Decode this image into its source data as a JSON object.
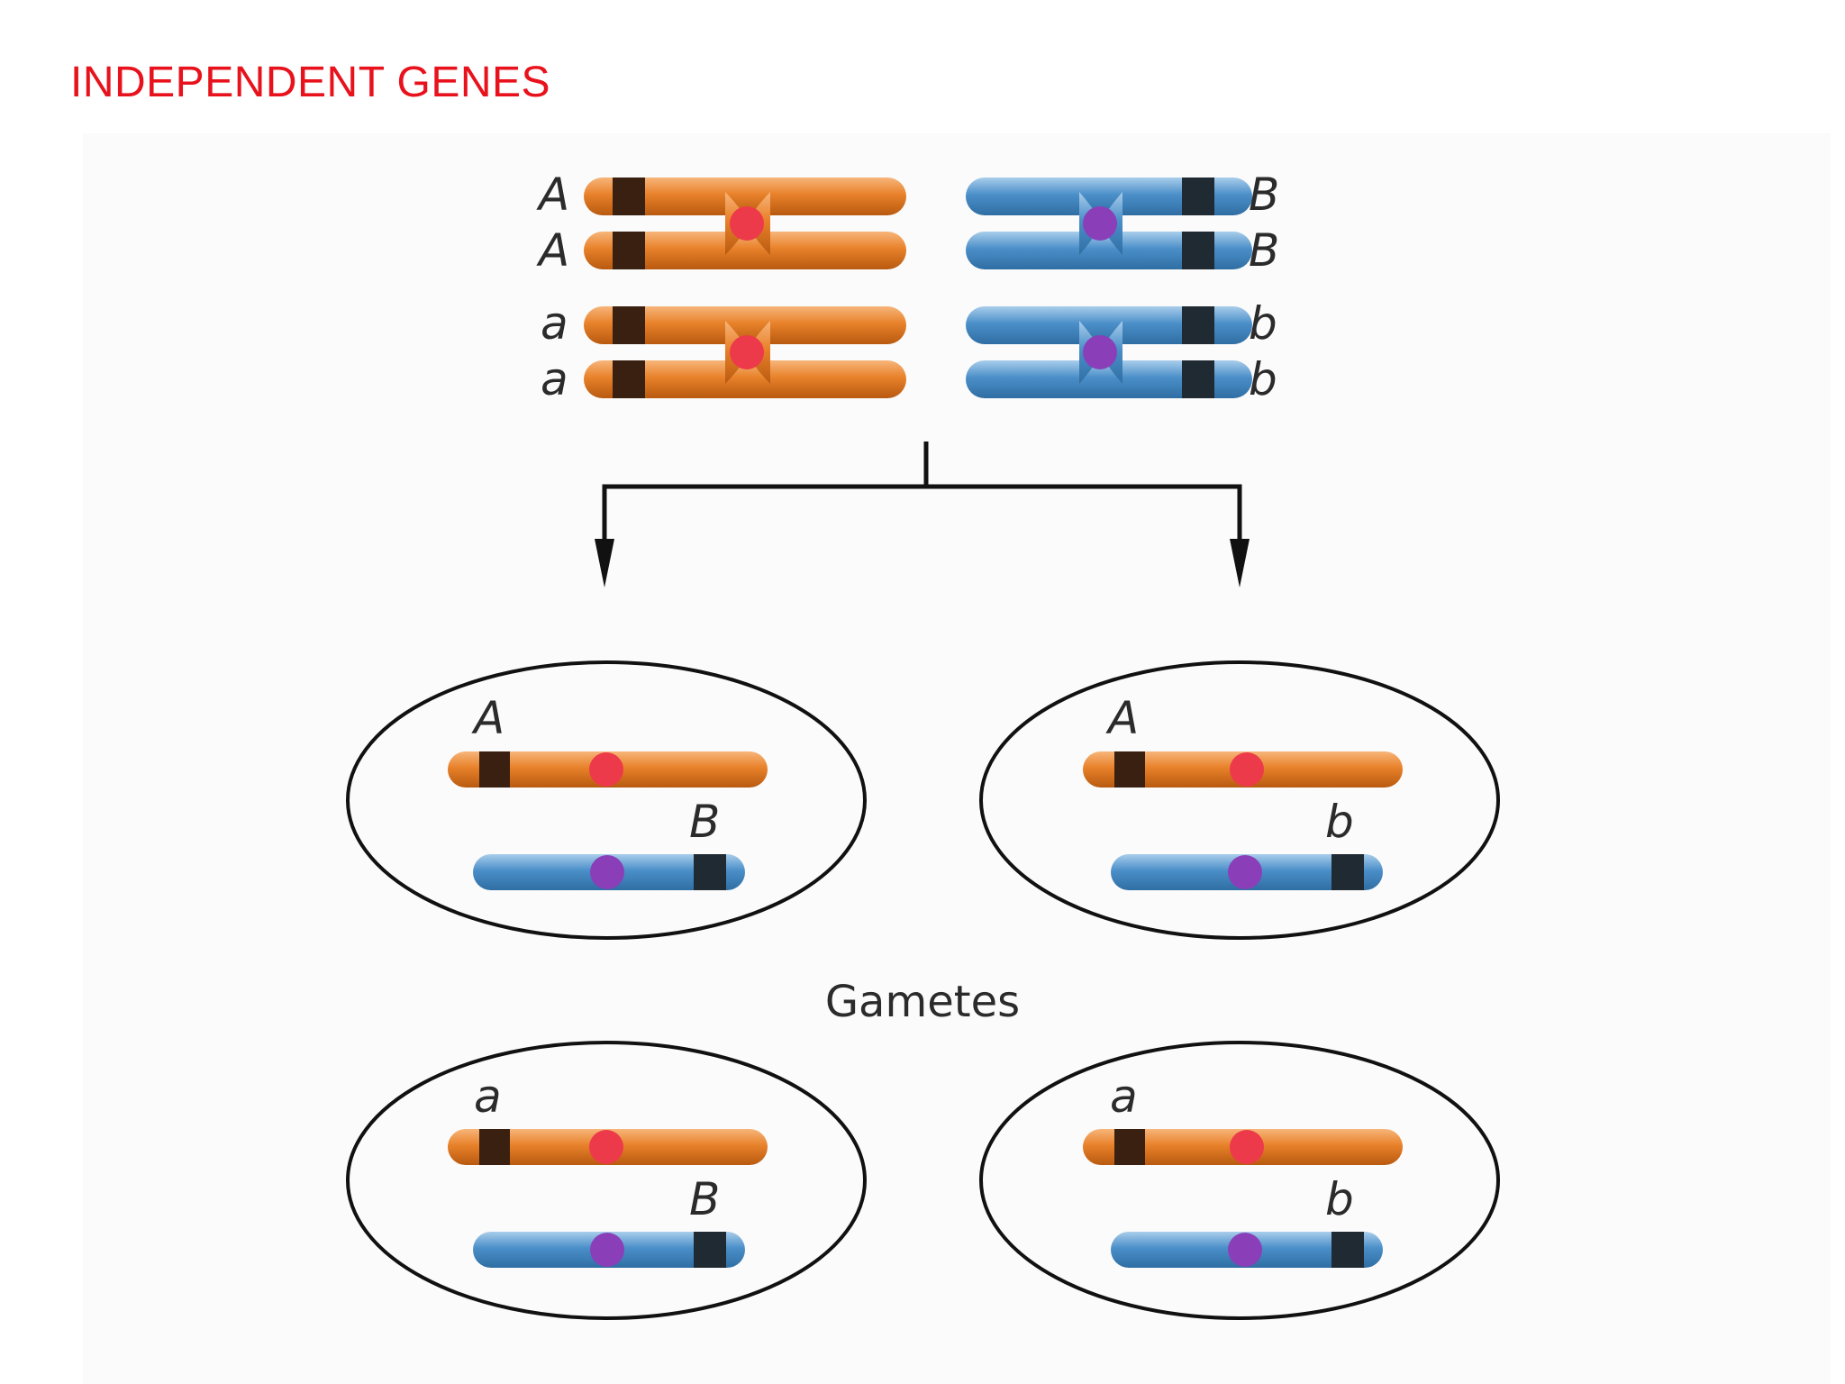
{
  "title": "INDEPENDENT GENES",
  "caption": "Gametes",
  "colors": {
    "title": "#e8121c",
    "chromosome_a": "#e8812a",
    "chromosome_a_shade": "#b85a10",
    "chromosome_a_highlight": "#f7b57a",
    "chromosome_b": "#4b8fc9",
    "chromosome_b_shade": "#2f6ea3",
    "chromosome_b_highlight": "#a9cdeb",
    "band_a": "#3a2010",
    "band_b": "#1f2a33",
    "centromere_a": "#ec3a4a",
    "centromere_b": "#8a3fb8",
    "line": "#111111"
  },
  "parent": {
    "a_pair_top": [
      "A",
      "A"
    ],
    "a_pair_bottom": [
      "a",
      "a"
    ],
    "b_pair_top": [
      "B",
      "B"
    ],
    "b_pair_bottom": [
      "b",
      "b"
    ]
  },
  "gametes": [
    {
      "a_allele": "A",
      "b_allele": "B"
    },
    {
      "a_allele": "A",
      "b_allele": "b"
    },
    {
      "a_allele": "a",
      "b_allele": "B"
    },
    {
      "a_allele": "a",
      "b_allele": "b"
    }
  ]
}
